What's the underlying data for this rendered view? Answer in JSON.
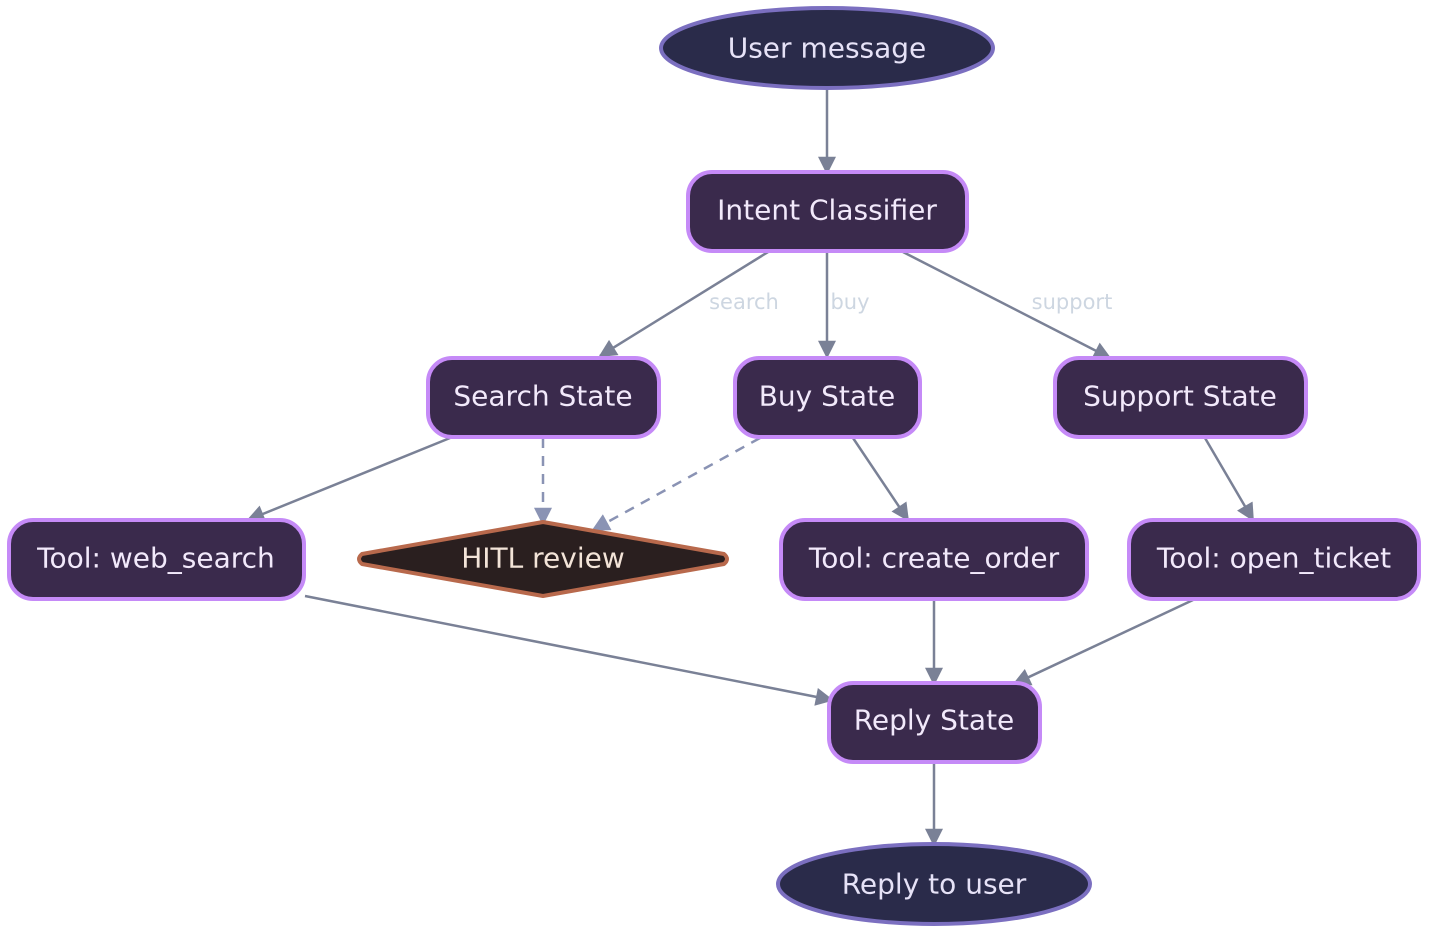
{
  "colors": {
    "terminal_fill": "#2a2b4a",
    "terminal_stroke": "#7b6fc0",
    "terminal_text": "#e6e2f7",
    "state_fill": "#3a2a4c",
    "state_stroke": "#c58af7",
    "state_text": "#f2e9fb",
    "review_fill": "#2a1f1f",
    "review_stroke": "#b8694c",
    "review_text": "#f3e4d8",
    "edge": "#7a8196",
    "edge_dashed": "#8a93b4",
    "edge_label": "#cdd6e1"
  },
  "nodes": {
    "user_message": "User message",
    "intent_classifier": "Intent Classifier",
    "search_state": "Search State",
    "buy_state": "Buy State",
    "support_state": "Support State",
    "tool_web_search": "Tool: web_search",
    "hitl_review": "HITL review",
    "tool_create_order": "Tool: create_order",
    "tool_open_ticket": "Tool: open_ticket",
    "reply_state": "Reply State",
    "reply_to_user": "Reply to user"
  },
  "edge_labels": {
    "search": "search",
    "buy": "buy",
    "support": "support"
  }
}
